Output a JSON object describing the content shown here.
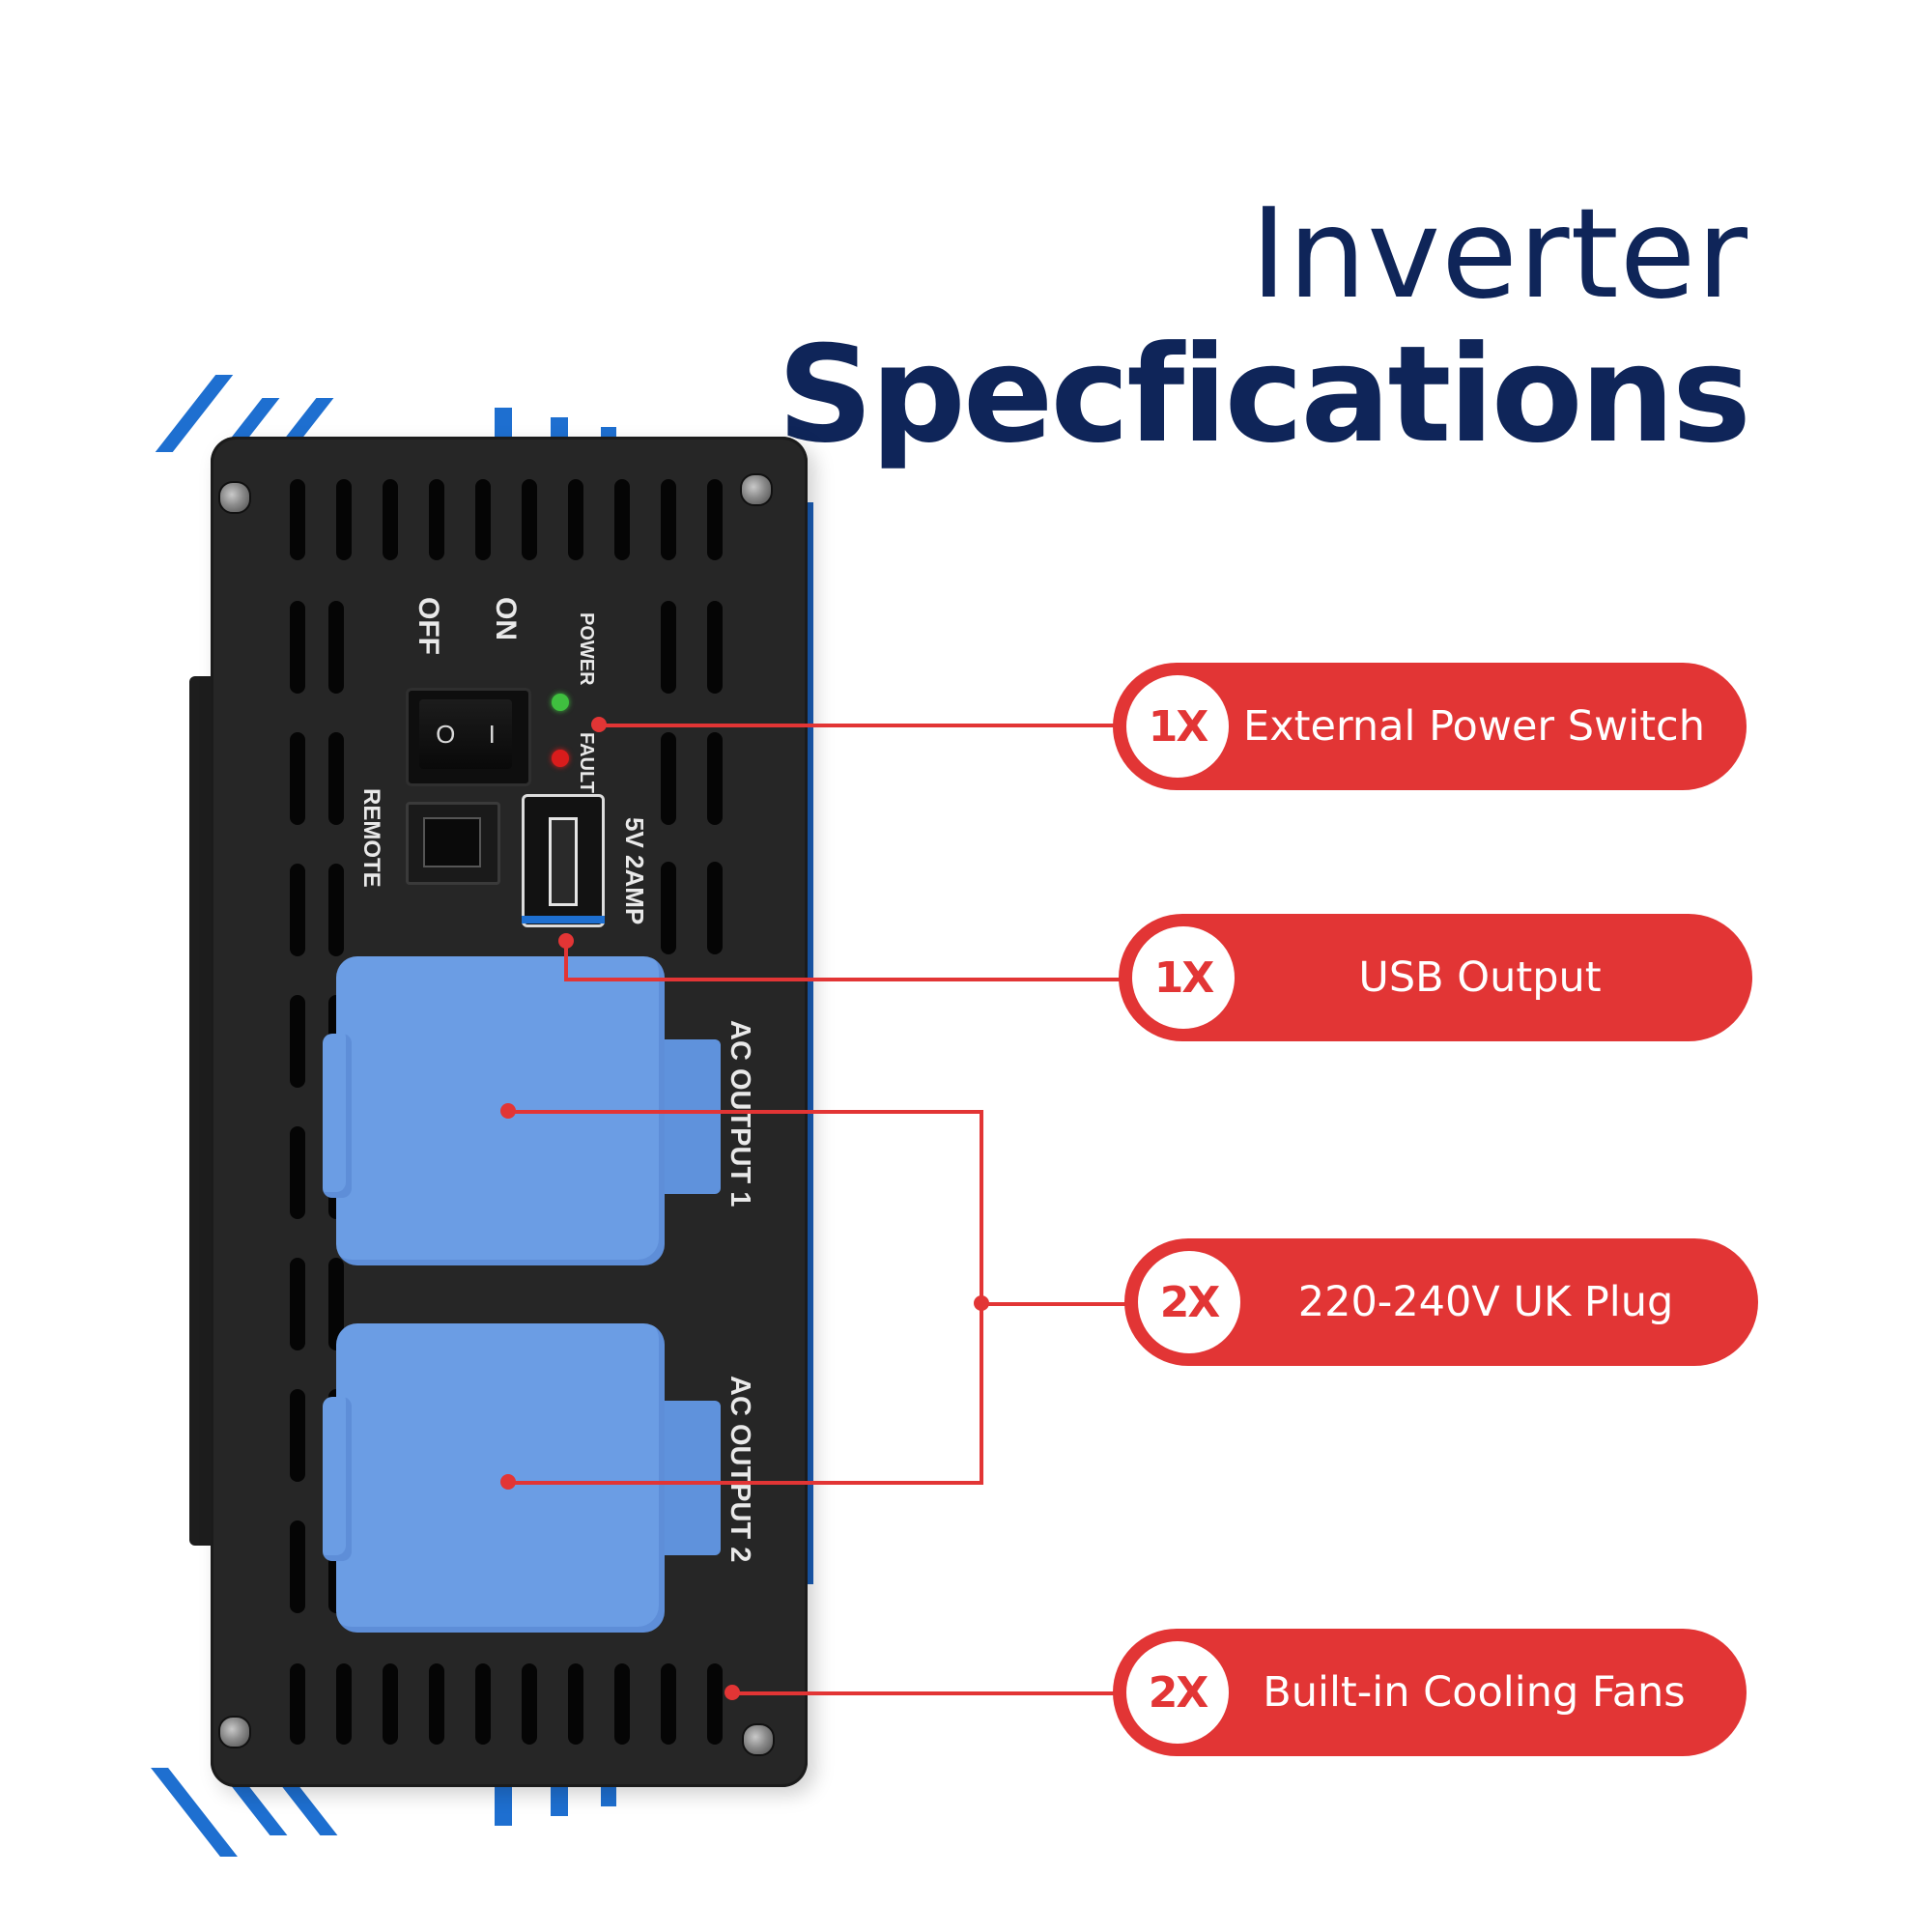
{
  "title": {
    "line1": "Inverter",
    "line2": "Specfications"
  },
  "device": {
    "switch_off_label": "OFF",
    "switch_on_label": "ON",
    "power_led_label": "POWER",
    "fault_led_label": "FAULT",
    "remote_label": "REMOTE",
    "usb_label": "5V 2AMP",
    "ac_output_1_label": "AC OUTPUT 1",
    "ac_output_2_label": "AC OUTPUT 2",
    "switch_symbols": {
      "off": "O",
      "on": "I"
    }
  },
  "features": [
    {
      "count": "1X",
      "label": "External Power Switch"
    },
    {
      "count": "1X",
      "label": "USB Output"
    },
    {
      "count": "2X",
      "label": "220-240V UK Plug"
    },
    {
      "count": "2X",
      "label": "Built-in Cooling Fans"
    }
  ],
  "colors": {
    "accent_red": "#e23535",
    "title_navy": "#0f2559",
    "inverter_body": "#262626",
    "heatsink_blue": "#1e6fd0",
    "socket_cover_blue": "#6b9de4",
    "power_led": "#3fbf3f",
    "fault_led": "#d91c1c"
  }
}
